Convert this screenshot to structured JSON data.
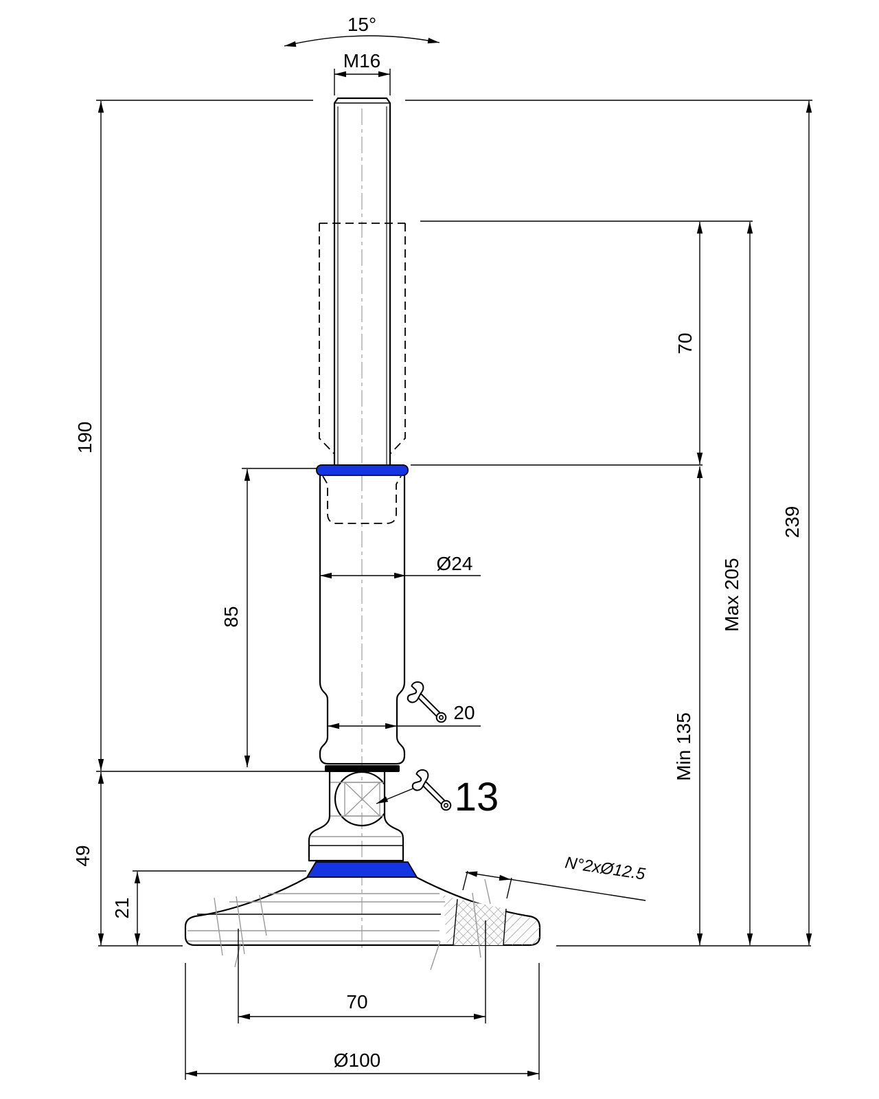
{
  "drawing": {
    "kind": "technical-drawing-adjustable-leveling-foot",
    "labels": {
      "swing_angle": "15°",
      "thread_size": "M16",
      "stud_length": "190",
      "body_length": "85",
      "body_diameter": "Ø24",
      "body_wrench_size": "20",
      "ball_wrench_size": "13",
      "base_height": "49",
      "base_rim_height": "21",
      "adjustment_travel": "70",
      "max_height": "Max 205",
      "min_height": "Min 135",
      "overall_length": "239",
      "mounting_holes": "N°2xØ12.5",
      "hole_spacing": "70",
      "base_diameter": "Ø100"
    },
    "colors": {
      "accent_blue": "#1535e2",
      "line_black": "#000000",
      "construction_gray": "#9a9a9a"
    }
  }
}
